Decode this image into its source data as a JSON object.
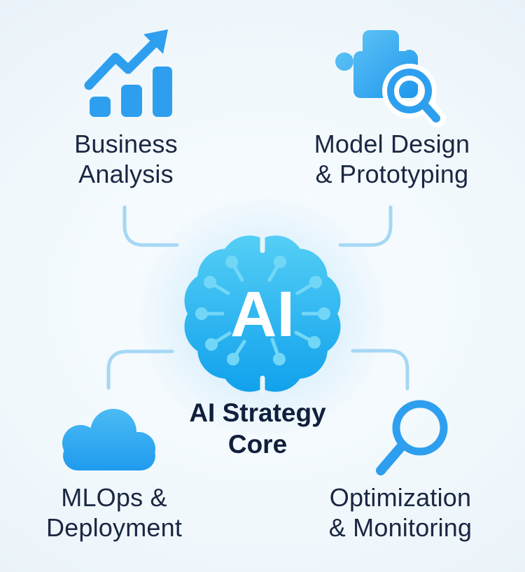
{
  "diagram": {
    "title_hidden": "",
    "center": {
      "core_label": "AI",
      "caption_line1": "AI Strategy",
      "caption_line2": "Core"
    },
    "quadrants": [
      {
        "id": "business-analysis",
        "icon": "bar-chart-trend-icon",
        "line1": "Business",
        "line2": "Analysis"
      },
      {
        "id": "model-design-prototyping",
        "icon": "puzzle-magnifier-icon",
        "line1": "Model Design",
        "line2": "& Prototyping"
      },
      {
        "id": "mlops-deployment",
        "icon": "cloud-icon",
        "line1": "MLOps &",
        "line2": "Deployment"
      },
      {
        "id": "optimization-monitoring",
        "icon": "magnifier-icon",
        "line1": "Optimization",
        "line2": "& Monitoring"
      }
    ],
    "colors": {
      "accent_blue": "#2e9fef",
      "icon_gradient_light": "#55c2f4",
      "icon_gradient_dark": "#1e97ec",
      "brain_gradient_top": "#55cff5",
      "brain_gradient_bottom": "#0fa0ec",
      "node_light_blue": "#72d7f7",
      "connector_blue": "#a6d8f4",
      "label_navy": "#1b2742",
      "caption_navy": "#101f3c",
      "ai_text_white": "#ffffff",
      "background_tint": "#eef6fb"
    }
  }
}
